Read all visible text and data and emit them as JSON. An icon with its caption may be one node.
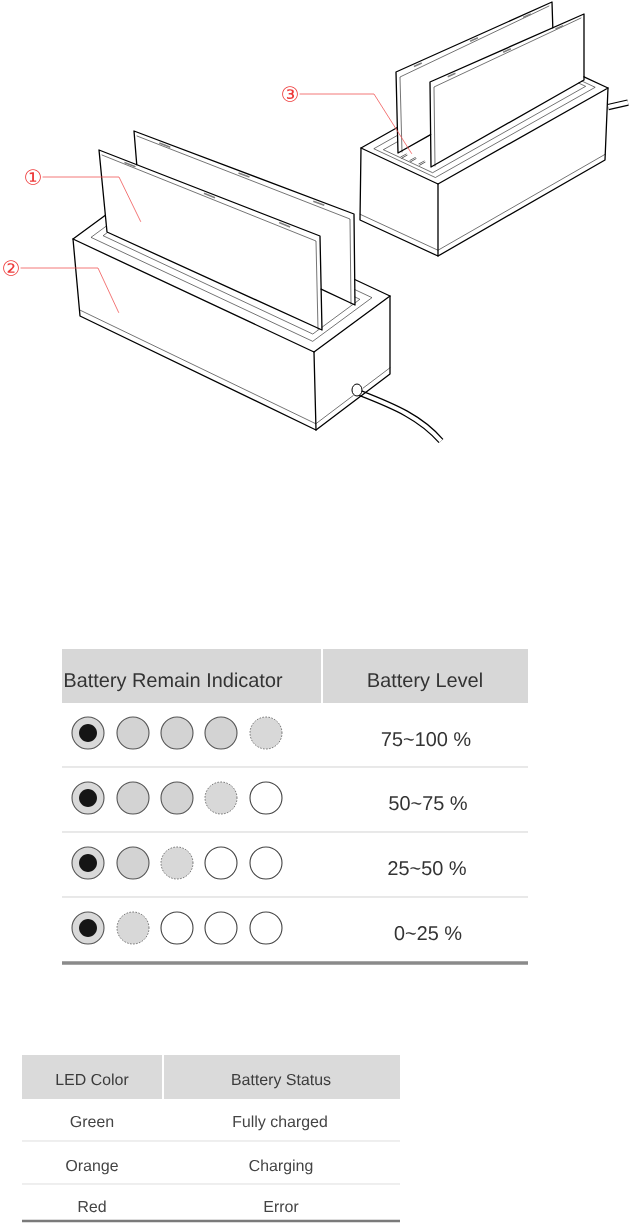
{
  "diagram": {
    "nodes": [
      {
        "text": [
          "①"
        ]
      },
      {
        "text": [
          "②"
        ]
      },
      {
        "text": [
          "③"
        ]
      },
      {
        "text": [],
        "shape": "picture"
      },
      {
        "text": [],
        "shape": "picture"
      },
      {
        "text": [],
        "shape": "picture"
      }
    ],
    "edges": [
      {
        "from": 0,
        "to": 3,
        "arrow": "none"
      },
      {
        "from": 1,
        "to": 4,
        "arrow": "none"
      },
      {
        "from": 2,
        "to": 5,
        "arrow": "none"
      }
    ],
    "labels": [
      "Battery Remain Indicator",
      "Battery Level",
      "75~100 %",
      "50~75 %",
      "25~50 %",
      "0~25 %",
      "LED Color",
      "Battery Status",
      "Green",
      "Fully charged",
      "Orange",
      "Charging",
      "Red",
      "Error"
    ]
  }
}
